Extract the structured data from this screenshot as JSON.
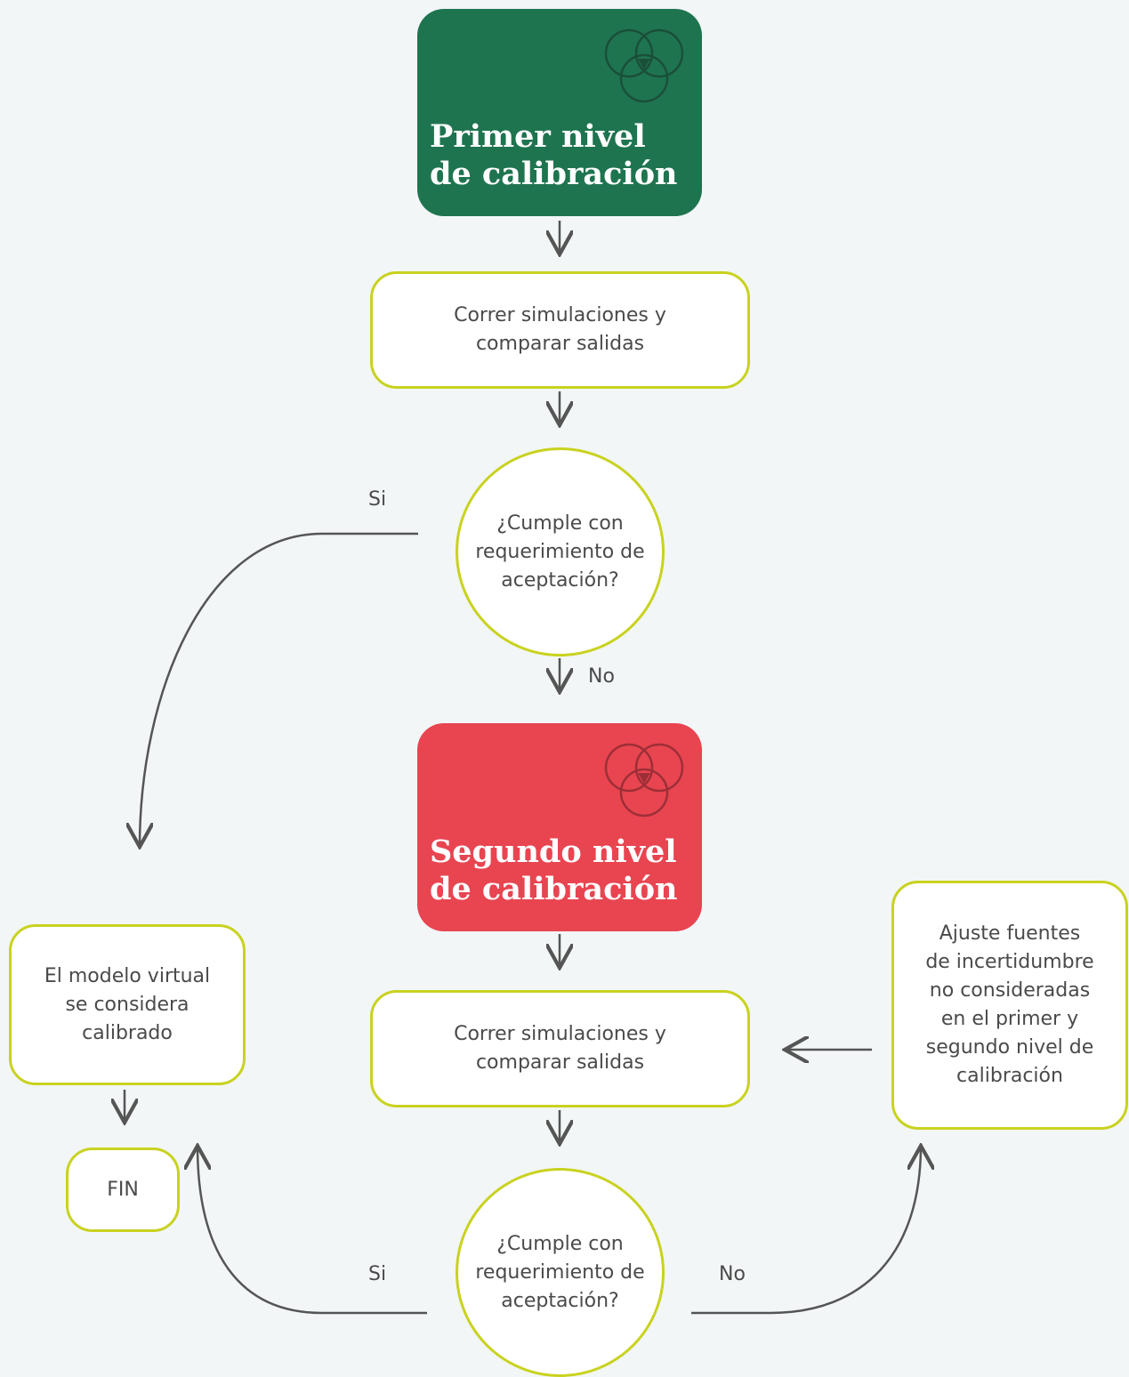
{
  "colors": {
    "level1": "#1f7450",
    "level2": "#e84551",
    "node_border": "#c9d21f",
    "connector": "#555555"
  },
  "nodes": {
    "level1_title": "Primer nivel\nde calibración",
    "run1": "Correr simulaciones y\ncomparar salidas",
    "decision1": "¿Cumple con\nrequerimiento de\naceptación?",
    "level2_title": "Segundo nivel\nde calibración",
    "run2": "Correr simulaciones y\ncomparar salidas",
    "decision2": "¿Cumple con\nrequerimiento de\naceptación?",
    "calibrated": "El modelo virtual\nse considera\ncalibrado",
    "end": "FIN",
    "adjust": "Ajuste fuentes\nde incertidumbre\nno consideradas\nen el primer y\nsegundo nivel de\ncalibración"
  },
  "edge_labels": {
    "d1_yes": "Si",
    "d1_no": "No",
    "d2_yes": "Si",
    "d2_no": "No"
  },
  "icons": {
    "level_icon": "three-circles-icon"
  }
}
